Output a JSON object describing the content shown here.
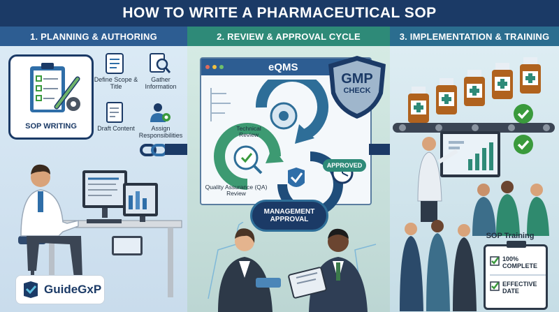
{
  "title": "HOW TO WRITE A PHARMACEUTICAL SOP",
  "panels": {
    "planning": {
      "header": "1. PLANNING & AUTHORING",
      "clipboard_label": "SOP WRITING",
      "steps": [
        "Define Scope & Title",
        "Gather Information",
        "Draft Content",
        "Assign Responsibilities"
      ]
    },
    "review": {
      "header": "2. REVIEW & APPROVAL CYCLE",
      "window_title": "eQMS",
      "shield_top": "GMP",
      "shield_bottom": "CHECK",
      "technical_review": "Technical Review",
      "qa_review": "Quality Assurance (QA) Review",
      "approved": "APPROVED",
      "management_line1": "MANAGEMENT",
      "management_line2": "APPROVAL"
    },
    "implementation": {
      "header": "3. IMPLEMENTATION & TRAINING",
      "training_label": "SOP Training",
      "checklist": [
        "100% COMPLETE",
        "EFFECTIVE DATE"
      ]
    }
  },
  "brand": {
    "name": "GuideGxP"
  },
  "colors": {
    "navy": "#1b3a66",
    "teal": "#2e8a78",
    "blue": "#2d5d92",
    "check_green": "#3a9a3c",
    "amber": "#b0621e"
  }
}
